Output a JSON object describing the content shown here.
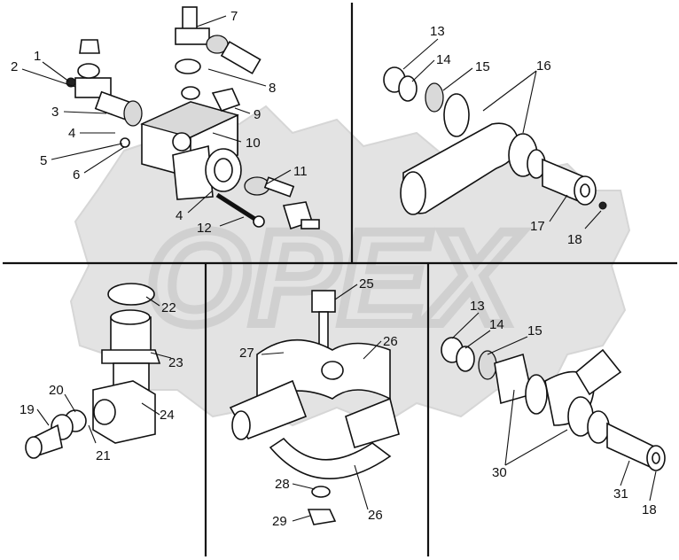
{
  "watermark": {
    "text": "OPEX"
  },
  "callouts": {
    "q1": [
      "1",
      "2",
      "3",
      "4",
      "5",
      "6",
      "7",
      "8",
      "9",
      "10",
      "11",
      "4",
      "12"
    ],
    "q2": [
      "13",
      "14",
      "15",
      "16",
      "17",
      "18"
    ],
    "q3": [
      "22",
      "23",
      "20",
      "24",
      "19",
      "21"
    ],
    "q4": [
      "25",
      "27",
      "26",
      "28",
      "29",
      "26"
    ],
    "q5": [
      "13",
      "14",
      "15",
      "30",
      "31",
      "18"
    ]
  }
}
